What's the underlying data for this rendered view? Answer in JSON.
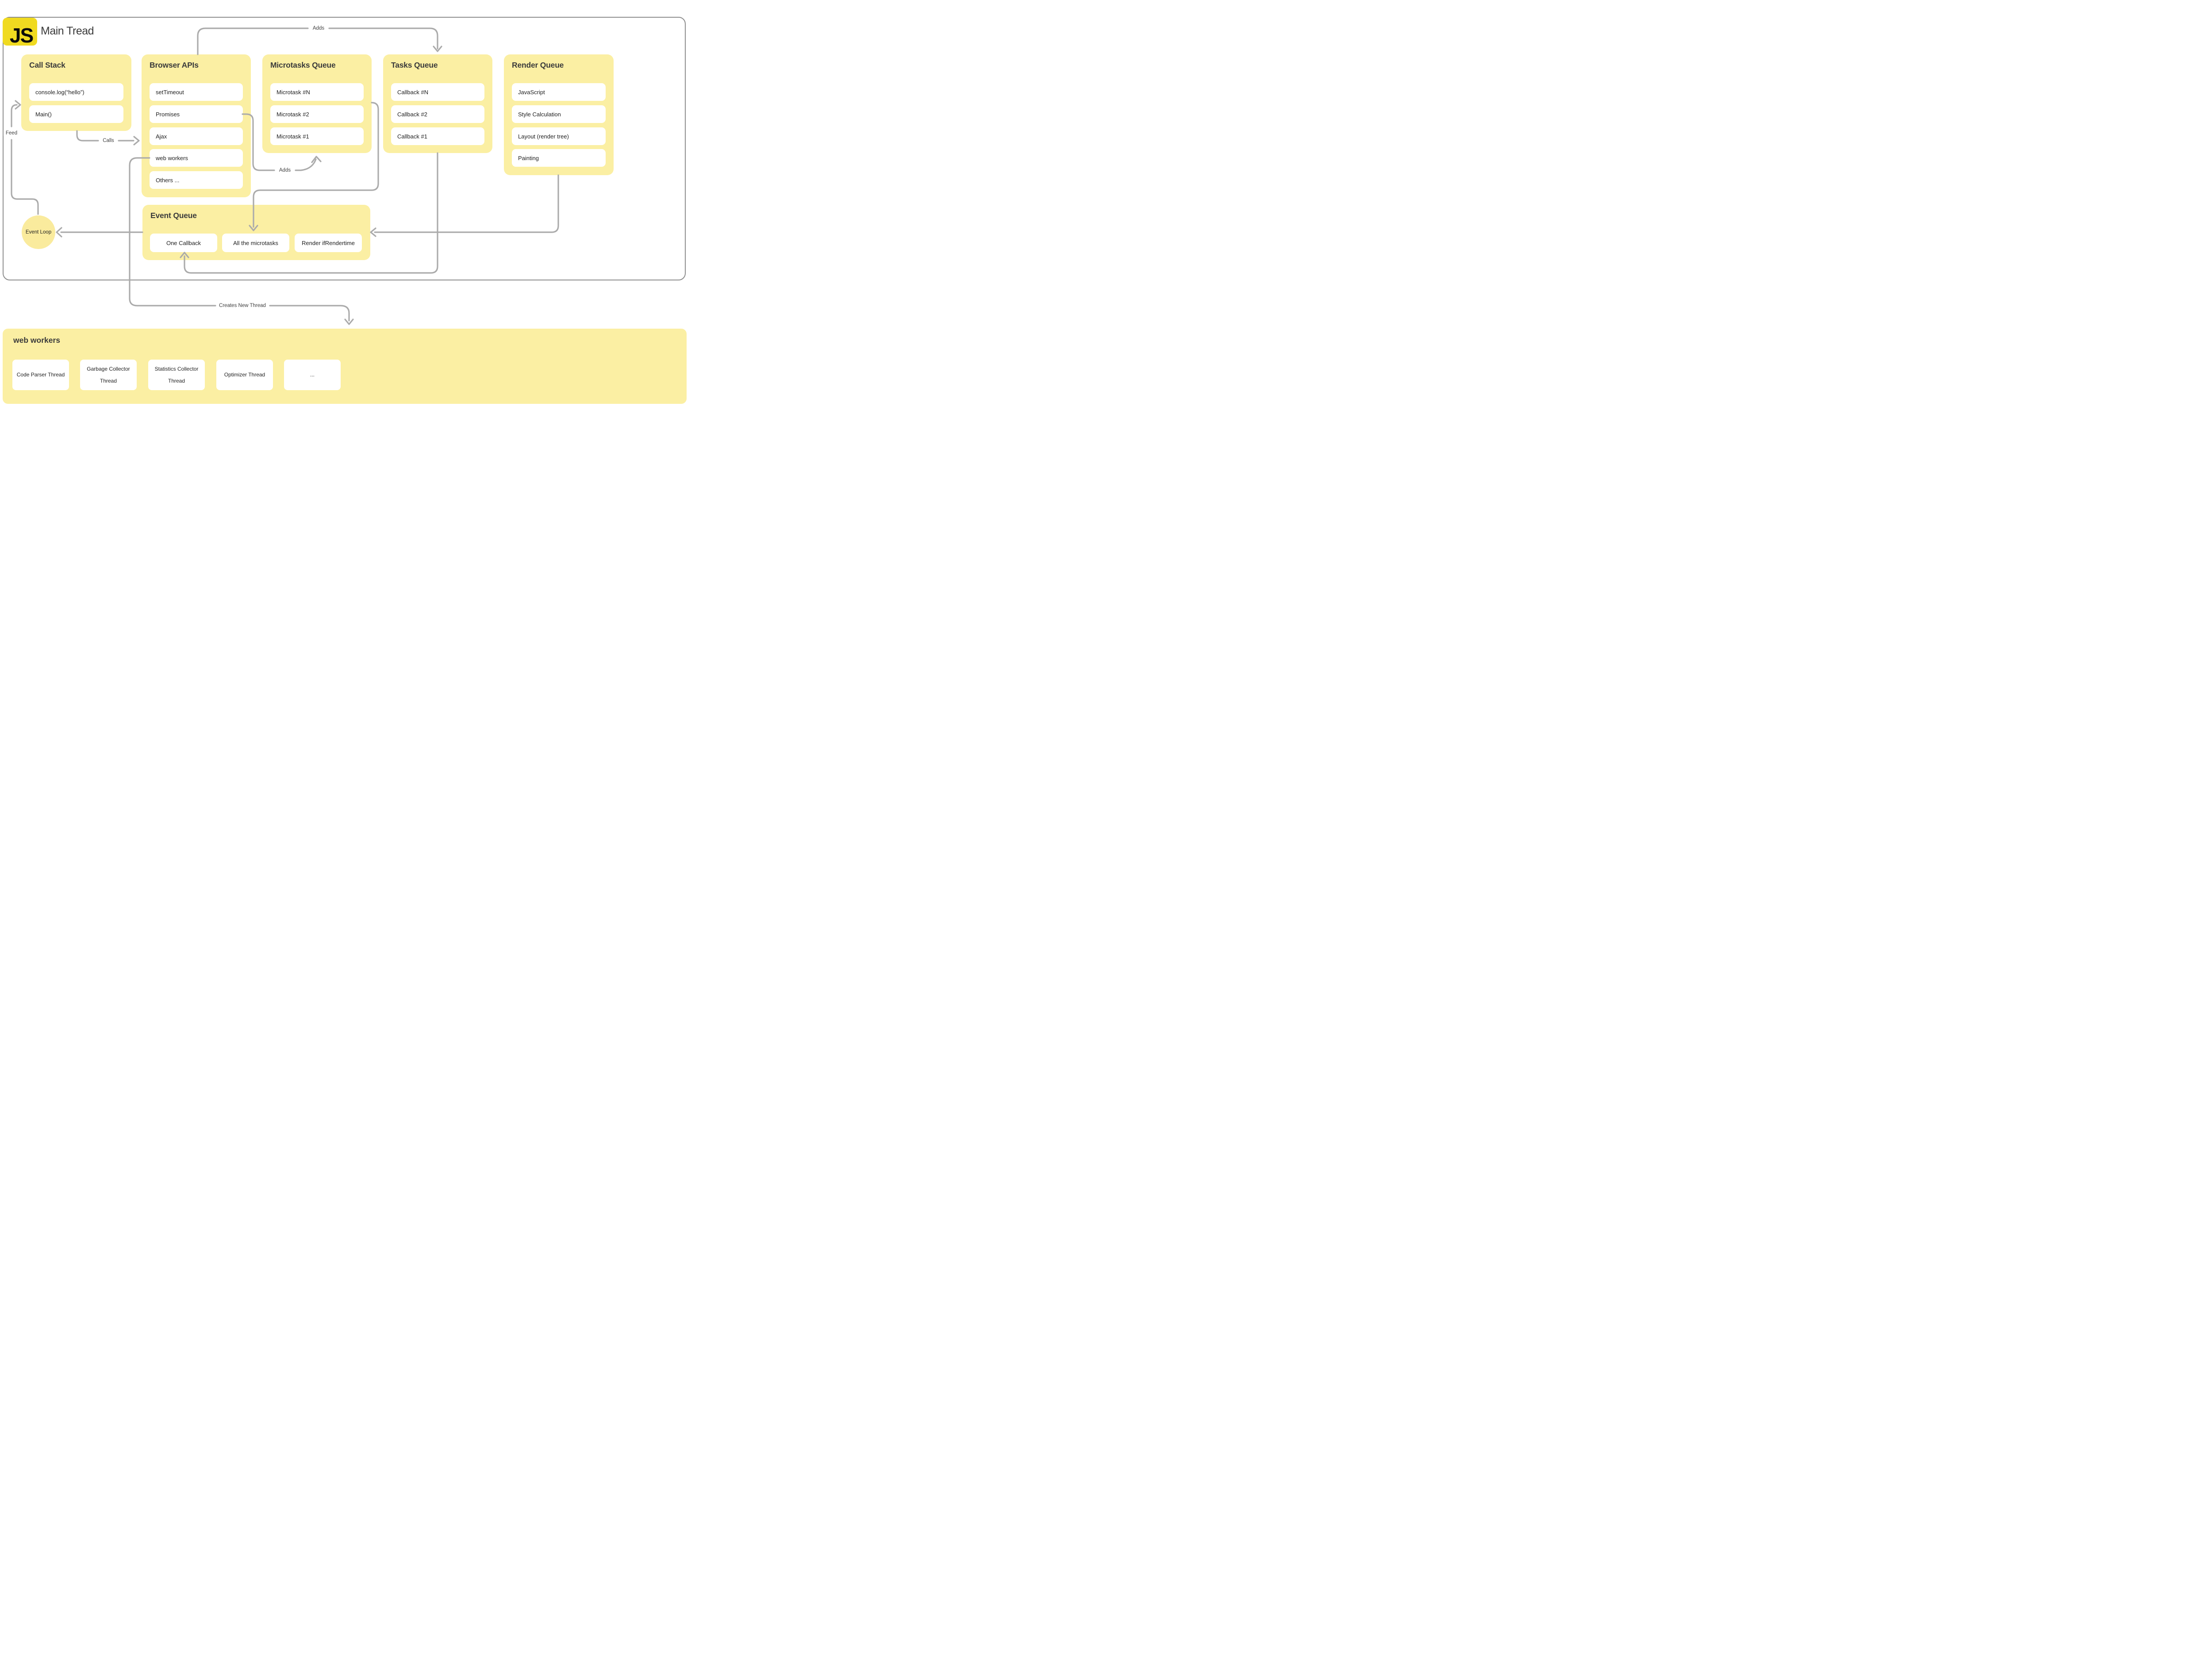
{
  "page": {
    "logo_text": "JS",
    "title": "Main Tread"
  },
  "labels": {
    "adds_top": "Adds",
    "calls": "Calls",
    "feed": "Feed",
    "adds_micro": "Adds",
    "creates_new_thread": "Creates New Thread"
  },
  "boxes": [
    {
      "title": "Call Stack",
      "items": [
        "console.log(“hello”)",
        "Main()"
      ]
    },
    {
      "title": "Browser APIs",
      "items": [
        "setTimeout",
        "Promises",
        "Ajax",
        "web workers",
        "Others ..."
      ]
    },
    {
      "title": "Microtasks Queue",
      "items": [
        "Microtask #N",
        "Microtask #2",
        "Microtask #1"
      ]
    },
    {
      "title": "Tasks Queue",
      "items": [
        "Callback #N",
        "Callback #2",
        "Callback #1"
      ]
    },
    {
      "title": "Render Queue",
      "items": [
        "JavaScript",
        "Style Calculation",
        "Layout (render tree)",
        "Painting"
      ]
    },
    {
      "title": "Event Queue",
      "items": [
        "One Callback",
        "All the microtasks",
        "Render ifRendertime"
      ]
    }
  ],
  "event_loop": {
    "label": "Event Loop"
  },
  "web_workers": {
    "title": "web workers",
    "items": [
      "Code Parser Thread",
      "Garbage Collector Thread",
      "Statistics Collector Thread",
      "Optimizer Thread",
      "..."
    ]
  },
  "colors": {
    "box_yellow": "#FBEFA3",
    "logo_yellow": "#F0DA20",
    "arrow_gray": "#ABABAB",
    "border_gray": "#8D8D8D",
    "title_text": "#3B3B3B",
    "body_text": "#1E1E1E"
  }
}
